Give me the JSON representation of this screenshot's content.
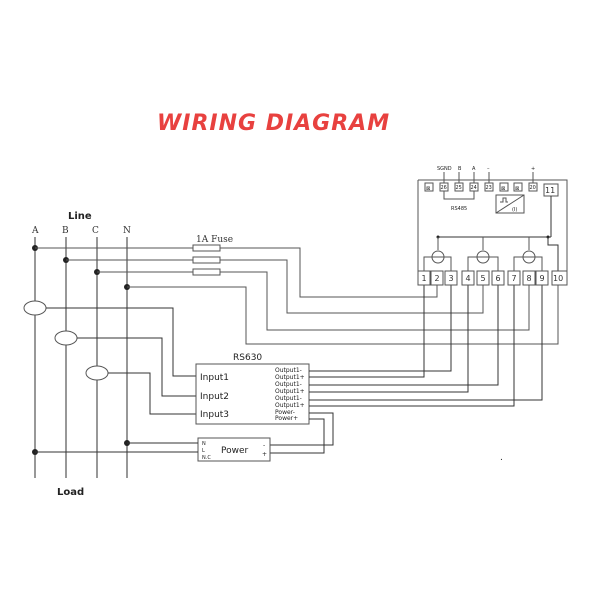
{
  "title": "WIRING DIAGRAM",
  "line_label": "Line",
  "load_label": "Load",
  "phases": [
    "A",
    "B",
    "C",
    "N"
  ],
  "fuse_label": "1A Fuse",
  "rs630": {
    "name": "RS630",
    "inputs": [
      "Input1",
      "Input2",
      "Input3"
    ],
    "outputs": [
      "Output1-",
      "Output1+",
      "Output1-",
      "Output1+",
      "Output1-",
      "Output1+",
      "Power-",
      "Power+"
    ]
  },
  "power": {
    "name": "Power",
    "left_terms": [
      "N",
      "L",
      "N.C"
    ],
    "right_terms": [
      "-",
      "+"
    ]
  },
  "meter": {
    "top_labels": [
      "SGND",
      "B",
      "A",
      "–",
      "+"
    ],
    "top_terms": [
      "⊠",
      "26",
      "25",
      "24",
      "23",
      "⊠",
      "⊠",
      "20"
    ],
    "rs485_label": "RS485",
    "terminal_11": "11",
    "bottom_terms": [
      "1",
      "2",
      "3",
      "4",
      "5",
      "6",
      "7",
      "8",
      "9",
      "10"
    ],
    "analog_symbol": "pulse-to-analog"
  },
  "colors": {
    "title": "#e8413f",
    "wire": "#555555"
  }
}
